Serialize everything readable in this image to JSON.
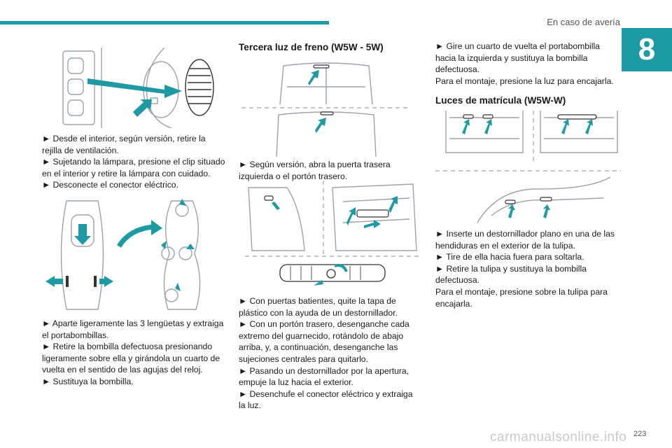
{
  "header": {
    "section_title": "En caso de avería",
    "chapter_number": "8"
  },
  "footer": {
    "page_number": "223",
    "watermark": "carmanualsonline.info"
  },
  "col1": {
    "steps_a": [
      "► Desde el interior, según versión, retire la rejilla de ventilación.",
      "► Sujetando la lámpara, presione el clip situado en el interior y retire la lámpara con cuidado.",
      "► Desconecte el conector eléctrico."
    ],
    "steps_b": [
      "► Aparte ligeramente las 3 lengüetas y extraiga el portabombillas.",
      "► Retire la bombilla defectuosa presionando ligeramente sobre ella y girándola un cuarto de vuelta en el sentido de las agujas del reloj.",
      "► Sustituya la bombilla."
    ]
  },
  "col2": {
    "heading": "Tercera luz de freno (W5W - 5W)",
    "steps_a": [
      "► Según versión, abra la puerta trasera izquierda o el portón trasero."
    ],
    "steps_b": [
      "► Con puertas batientes, quite la tapa de plástico con la ayuda de un destornillador.",
      "► Con un portón trasero, desenganche cada extremo del guarnecido, rotándolo de abajo arriba, y, a continuación, desenganche las sujeciones centrales para quitarlo.",
      "► Pasando un destornillador por la apertura, empuje la luz hacia el exterior.",
      "► Desenchufe el conector eléctrico y extraiga la luz."
    ]
  },
  "col3": {
    "steps_a": [
      "► Gire un cuarto de vuelta el portabombilla hacia la izquierda y sustituya la bombilla defectuosa.",
      "Para el montaje, presione la luz para encajarla."
    ],
    "heading": "Luces de matrícula (W5W-W)",
    "steps_b": [
      "► Inserte un destornillador plano en una de las hendiduras en el exterior de la tulipa.",
      "► Tire de ella hacia fuera para soltarla.",
      "► Retire la tulipa y sustituya la bombilla defectuosa.",
      "Para el montaje, presione sobre la tulipa para encajarla."
    ]
  },
  "colors": {
    "accent": "#1d9aa3",
    "line": "#9aa3ab"
  }
}
